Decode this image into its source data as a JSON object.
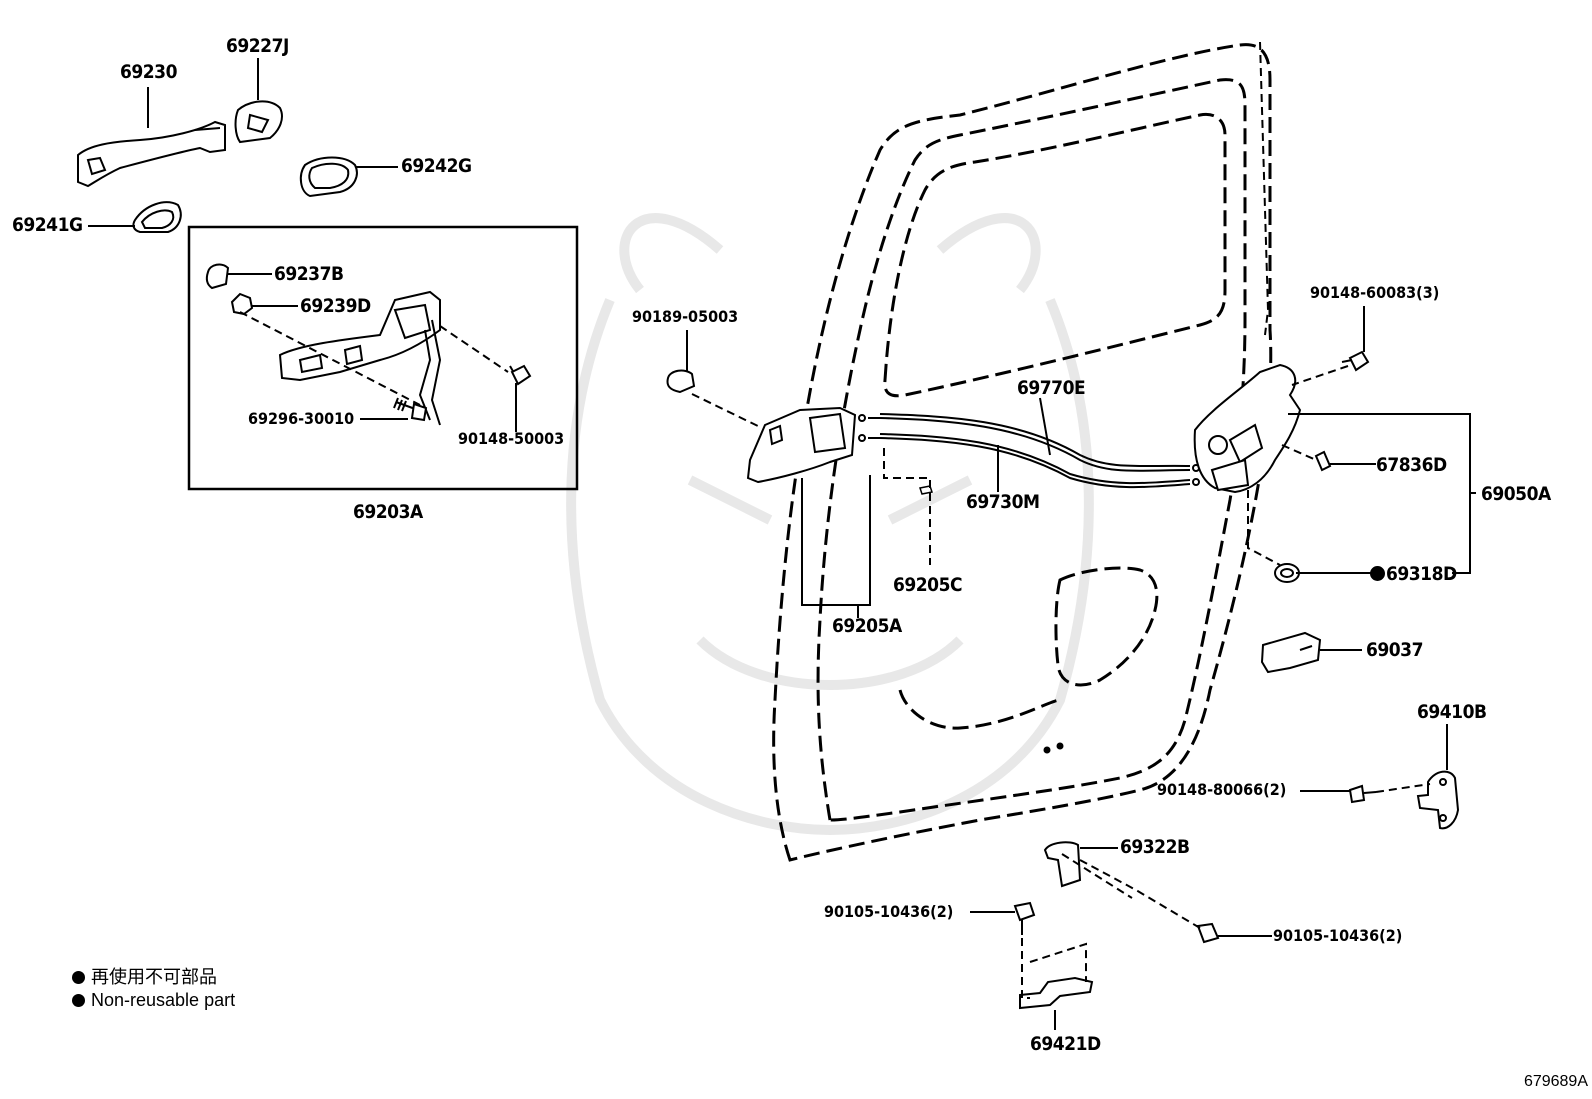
{
  "parts": {
    "p69230": "69230",
    "p69227J": "69227J",
    "p69242G": "69242G",
    "p69241G": "69241G",
    "p69237B": "69237B",
    "p69239D": "69239D",
    "p69296_30010": "69296-30010",
    "p90148_50003": "90148-50003",
    "p69203A": "69203A",
    "p90189_05003": "90189-05003",
    "p69770E": "69770E",
    "p69730M": "69730M",
    "p69205C": "69205C",
    "p69205A": "69205A",
    "p90148_60083": "90148-60083(3)",
    "p67836D": "67836D",
    "p69050A": "69050A",
    "p69318D": "69318D",
    "p69037": "69037",
    "p69410B": "69410B",
    "p90148_80066": "90148-80066(2)",
    "p69322B": "69322B",
    "p90105_10436_a": "90105-10436(2)",
    "p90105_10436_b": "90105-10436(2)",
    "p69421D": "69421D"
  },
  "legend": {
    "line_jp": "再使用不可部品",
    "line_en": "Non-reusable part"
  },
  "diagram_code": "679689A",
  "colors": {
    "ink": "#000000",
    "watermark": "#e6e6e6"
  }
}
